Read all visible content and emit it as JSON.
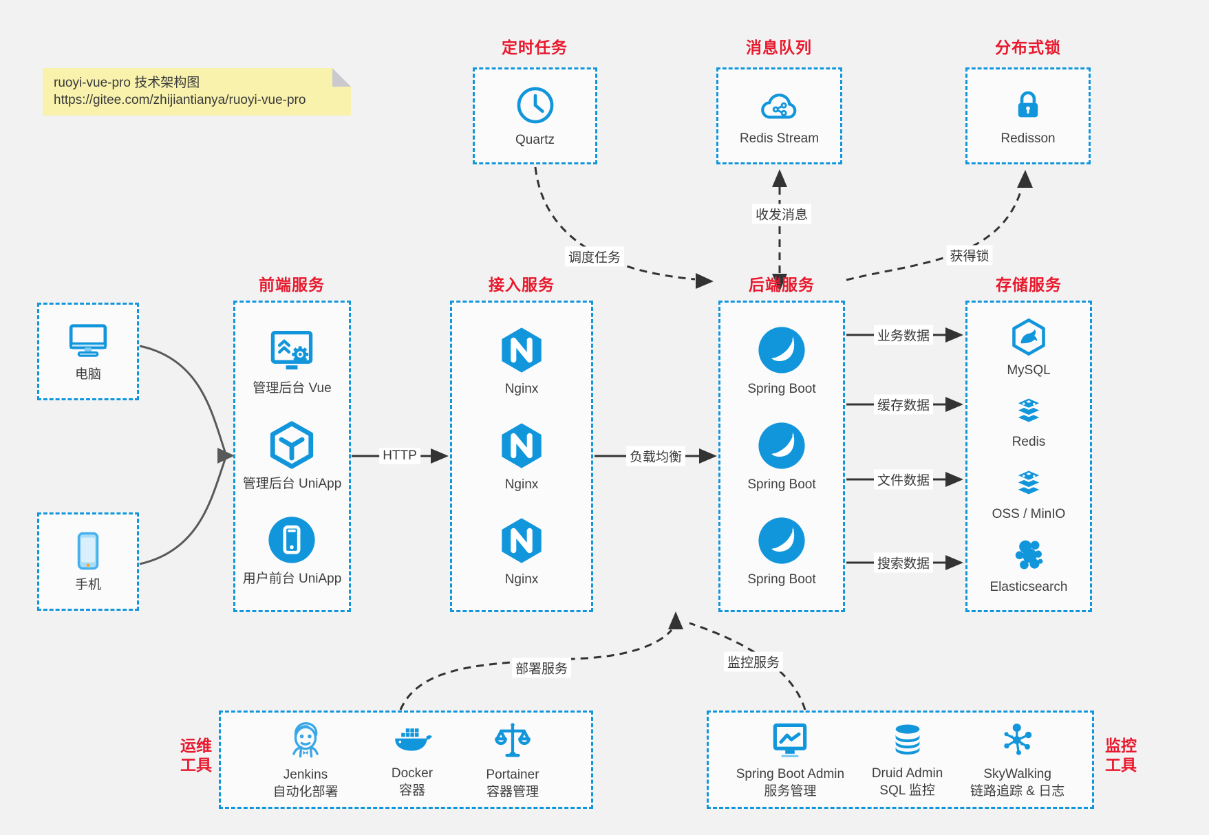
{
  "note": {
    "line1": "ruoyi-vue-pro 技术架构图",
    "line2": "https://gitee.com/zhijiantianya/ruoyi-vue-pro"
  },
  "colors": {
    "accent_blue": "#1296db",
    "title_red": "#e8192d",
    "canvas_bg": "#f2f2f3",
    "note_bg": "#f8f2ad",
    "arrow_dark": "#333333",
    "device_arrow_gray": "#58595b"
  },
  "clusters": {
    "scheduled": {
      "title": "定时任务",
      "item": {
        "label": "Quartz"
      }
    },
    "mq": {
      "title": "消息队列",
      "item": {
        "label": "Redis Stream"
      }
    },
    "lock": {
      "title": "分布式锁",
      "item": {
        "label": "Redisson"
      }
    },
    "frontend": {
      "title": "前端服务",
      "items": [
        {
          "label": "管理后台 Vue"
        },
        {
          "label": "管理后台 UniApp"
        },
        {
          "label": "用户前台 UniApp"
        }
      ]
    },
    "gateway": {
      "title": "接入服务",
      "items": [
        {
          "label": "Nginx"
        },
        {
          "label": "Nginx"
        },
        {
          "label": "Nginx"
        }
      ]
    },
    "backend": {
      "title": "后端服务",
      "items": [
        {
          "label": "Spring Boot"
        },
        {
          "label": "Spring Boot"
        },
        {
          "label": "Spring Boot"
        }
      ]
    },
    "storage": {
      "title": "存储服务",
      "items": [
        {
          "label": "MySQL"
        },
        {
          "label": "Redis"
        },
        {
          "label": "OSS / MinIO"
        },
        {
          "label": "Elasticsearch"
        }
      ]
    },
    "ops": {
      "title_line1": "运维",
      "title_line2": "工具",
      "items": [
        {
          "label": "Jenkins",
          "sublabel": "自动化部署"
        },
        {
          "label": "Docker",
          "sublabel": "容器"
        },
        {
          "label": "Portainer",
          "sublabel": "容器管理"
        }
      ]
    },
    "monitoring": {
      "title_line1": "监控",
      "title_line2": "工具",
      "items": [
        {
          "label": "Spring Boot Admin",
          "sublabel": "服务管理"
        },
        {
          "label": "Druid Admin",
          "sublabel": "SQL 监控"
        },
        {
          "label": "SkyWalking",
          "sublabel": "链路追踪 & 日志"
        }
      ]
    }
  },
  "devices": {
    "pc": {
      "label": "电脑"
    },
    "mobile": {
      "label": "手机"
    }
  },
  "edges": {
    "http": "HTTP",
    "load_balance": "负载均衡",
    "schedule": "调度任务",
    "messaging": "收发消息",
    "acquire_lock": "获得锁",
    "business_data": "业务数据",
    "cache_data": "缓存数据",
    "file_data": "文件数据",
    "search_data": "搜索数据",
    "deploy": "部署服务",
    "monitor": "监控服务"
  }
}
